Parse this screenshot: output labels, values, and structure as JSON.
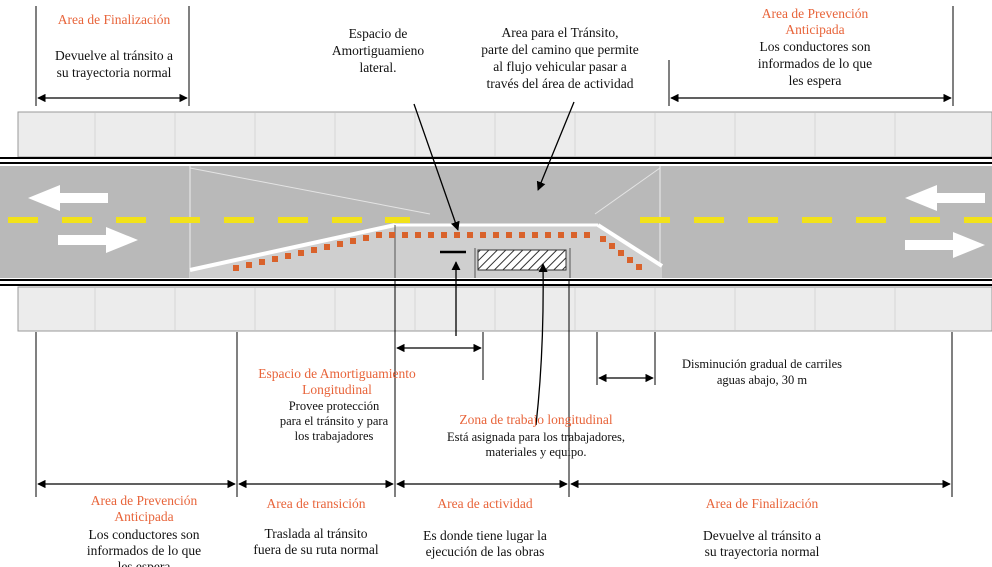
{
  "top": {
    "left": {
      "title": "Area de Finalización",
      "line1": "Devuelve al tránsito a",
      "line2": "su trayectoria normal"
    },
    "buffer_lateral": {
      "line1": "Espacio de",
      "line2": "Amortiguamieno",
      "line3": "lateral."
    },
    "transit": {
      "line1": "Area para el Tránsito,",
      "line2": "parte del camino que permite",
      "line3": "al flujo vehicular pasar a",
      "line4": "través del área de actividad"
    },
    "right": {
      "title1": "Area de Prevención",
      "title2": "Anticipada",
      "line1": "Los conductores son",
      "line2": "informados de lo que",
      "line3": "les espera"
    }
  },
  "middle": {
    "buffer_long": {
      "title1": "Espacio de Amortiguamiento",
      "title2": "Longitudinal",
      "line1": "Provee protección",
      "line2": "para el tránsito y para",
      "line3": "los trabajadores"
    },
    "work_zone": {
      "title": "Zona de trabajo longitudinal",
      "line1": "Está asignada para los trabajadores,",
      "line2": "materiales y equipo."
    },
    "taper": {
      "line1": "Disminución gradual de carriles",
      "line2": "aguas abajo, 30 m"
    }
  },
  "bottom": {
    "advance": {
      "title1": "Area de Prevención",
      "title2": "Anticipada",
      "line1": "Los conductores son",
      "line2": "informados de lo que",
      "line3": "les espera"
    },
    "transition": {
      "title": "Area de transición",
      "line1": "Traslada al tránsito",
      "line2": "fuera de su ruta normal"
    },
    "activity": {
      "title": "Area de actividad",
      "line1": "Es donde tiene lugar la",
      "line2": "ejecución de las obras"
    },
    "termination": {
      "title": "Area de Finalización",
      "line1": "Devuelve al tránsito a",
      "line2": "su trayectoria normal"
    }
  },
  "colors": {
    "label_orange": "#e8643a",
    "cone": "#d9622b",
    "lane_dash": "#f2e21a",
    "road": "#b9b9b9",
    "roadside": "#ececec"
  }
}
